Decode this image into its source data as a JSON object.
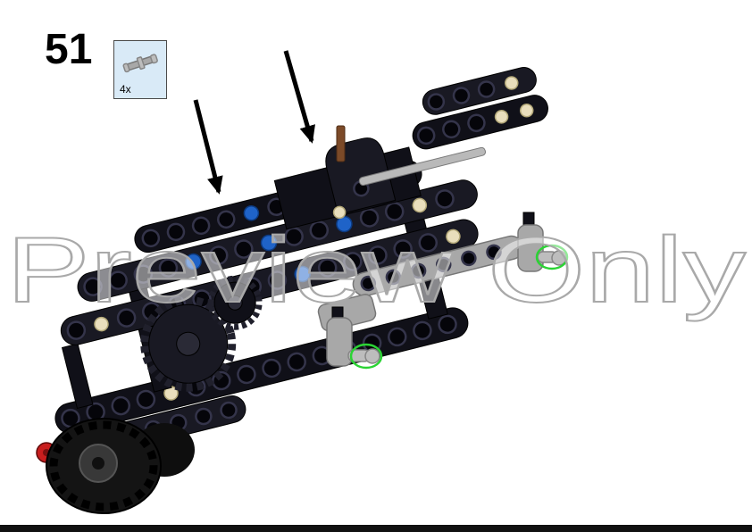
{
  "step": {
    "number": "51"
  },
  "parts_callout": {
    "quantity": "4x",
    "part": "technic-pin-long-gray"
  },
  "watermark": {
    "text": "Preview Only"
  },
  "colors": {
    "page_bg": "#ffffff",
    "step_text": "#000000",
    "callout_bg": "#d9eaf7",
    "callout_border": "#4a4a4a",
    "part_dark": "#191923",
    "part_dark2": "#101018",
    "hole_ring": "#34344a",
    "pin_blue": "#1f63c8",
    "pin_tan": "#e9debc",
    "part_gray": "#a8a8a8",
    "part_gray_dark": "#777777",
    "highlight_green": "#2bd334",
    "axle_brown": "#7c4a28",
    "hub_red": "#c81e1e",
    "tire_black": "#141414",
    "arrow_black": "#000000",
    "watermark_fill": "rgba(255,255,255,0.5)",
    "watermark_stroke": "#a9a9a9",
    "bottom_bar": "#111111"
  }
}
